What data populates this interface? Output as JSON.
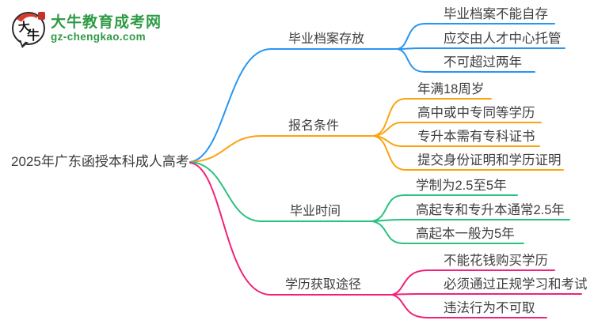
{
  "logo": {
    "title": "大牛教育成考网",
    "domain": "gz-chengkao.com",
    "mark_char_1": "大",
    "mark_char_2": "牛",
    "brand_green": "#2f9b45",
    "brand_red": "#d93a2b"
  },
  "central": {
    "label": "2025年广东函授本科成人高考"
  },
  "branches": [
    {
      "label": "毕业档案存放",
      "color": "#2996f0",
      "children": [
        "毕业档案不能自存",
        "应交由人才中心托管",
        "不可超过两年"
      ]
    },
    {
      "label": "报名条件",
      "color": "#fca312",
      "children": [
        "年满18周岁",
        "高中或中专同等学历",
        "专升本需有专科证书",
        "提交身份证明和学历证明"
      ]
    },
    {
      "label": "毕业时间",
      "color": "#2bc17e",
      "children": [
        "学制为2.5至5年",
        "高起专和专升本通常2.5年",
        "高起本一般为5年"
      ]
    },
    {
      "label": "学历获取途径",
      "color": "#f22179",
      "children": [
        "不能花钱购买学历",
        "必须通过正规学习和考试",
        "违法行为不可取"
      ]
    }
  ],
  "text_color": "#3e3e3e"
}
